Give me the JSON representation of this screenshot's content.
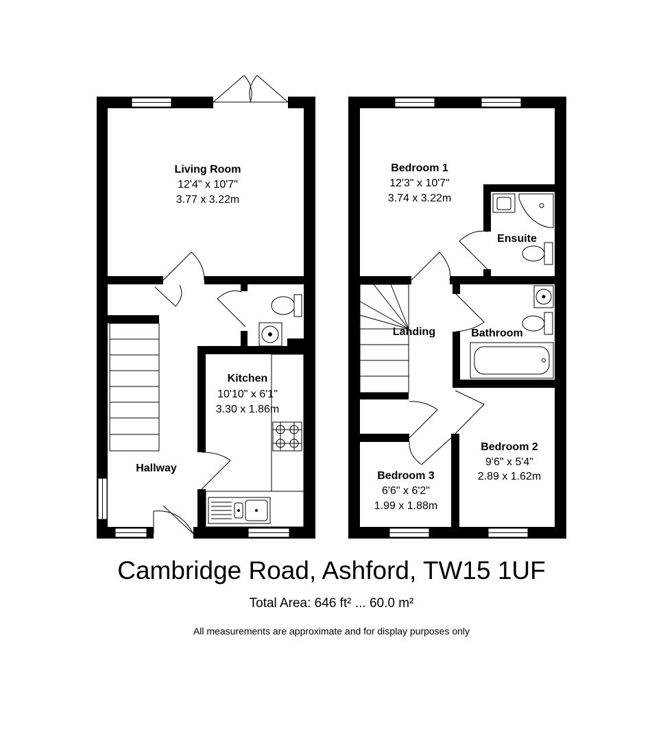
{
  "address": "Cambridge Road, Ashford, TW15 1UF",
  "total_area": "Total Area: 646 ft² ... 60.0 m²",
  "disclaimer": "All measurements are approximate and for display purposes only",
  "ground_floor": {
    "living_room": {
      "name": "Living Room",
      "imperial": "12'4\" x 10'7\"",
      "metric": "3.77 x 3.22m"
    },
    "kitchen": {
      "name": "Kitchen",
      "imperial": "10'10\" x 6'1\"",
      "metric": "3.30 x 1.86m"
    },
    "hallway": {
      "name": "Hallway"
    }
  },
  "first_floor": {
    "bedroom1": {
      "name": "Bedroom 1",
      "imperial": "12'3\" x 10'7\"",
      "metric": "3.74 x 3.22m"
    },
    "ensuite": {
      "name": "Ensuite"
    },
    "landing": {
      "name": "Landing"
    },
    "bathroom": {
      "name": "Bathroom"
    },
    "bedroom2": {
      "name": "Bedroom 2",
      "imperial": "9'6\" x 5'4\"",
      "metric": "2.89 x 1.62m"
    },
    "bedroom3": {
      "name": "Bedroom 3",
      "imperial": "6'6\" x 6'2\"",
      "metric": "1.99 x 1.88m"
    }
  },
  "colors": {
    "wall": "#000000",
    "background": "#ffffff"
  }
}
